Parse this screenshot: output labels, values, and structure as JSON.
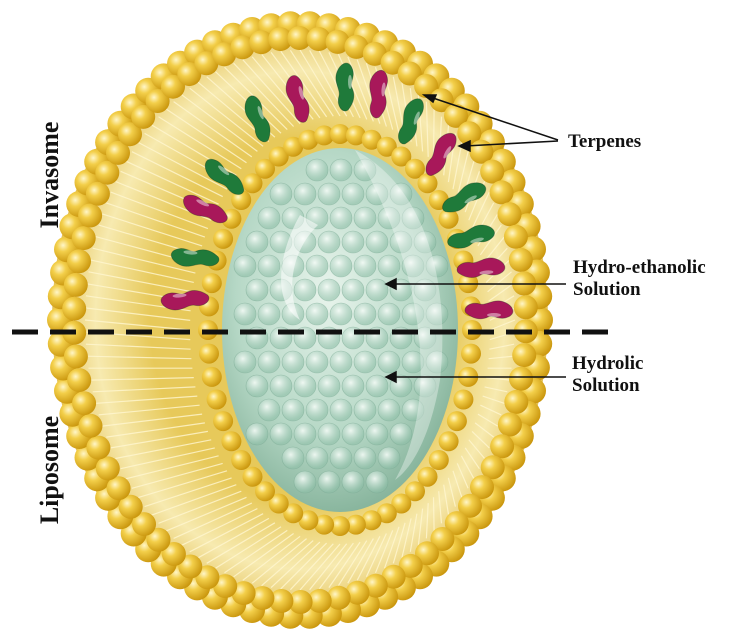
{
  "labels": {
    "invasome": "Invasome",
    "liposome": "Liposome",
    "terpenes": "Terpenes",
    "hydro_ethanolic_1": "Hydro-ethanolic",
    "hydro_ethanolic_2": "Solution",
    "hydrolic_1": "Hydrolic",
    "hydrolic_2": "Solution"
  },
  "colors": {
    "lipid_head": "#e8b820",
    "lipid_tail": "#f6e7a6",
    "core_fluid": "#b8dcc8",
    "terpene_green": "#1f7a3a",
    "terpene_magenta": "#a8185a",
    "divider": "#111111"
  }
}
